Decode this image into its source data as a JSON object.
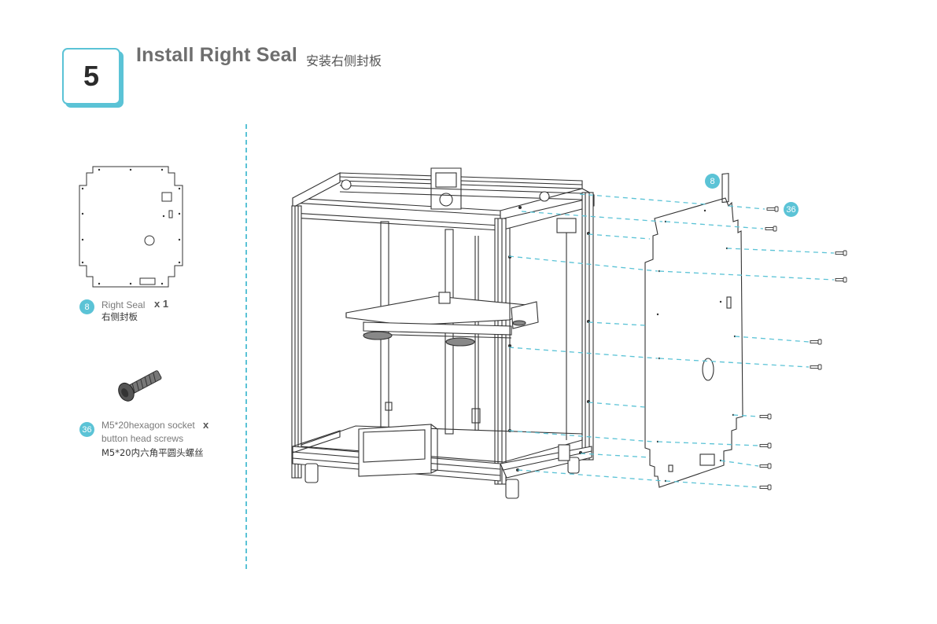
{
  "step": {
    "number": "5",
    "title": "Install Right Seal",
    "subtitle_cn": "安装右侧封板"
  },
  "parts": [
    {
      "badge": "8",
      "name_en": "Right Seal",
      "quantity": "x 1",
      "name_cn": "右侧封板"
    },
    {
      "badge": "36",
      "name_en_line1": "M5*20hexagon socket",
      "quantity": "x",
      "name_en_line2": "button head screws",
      "name_cn": "M5*20内六角平圆头螺丝"
    }
  ],
  "callouts": {
    "panel": "8",
    "screws": "36"
  },
  "colors": {
    "accent": "#5bc3d6",
    "line": "#333333"
  }
}
